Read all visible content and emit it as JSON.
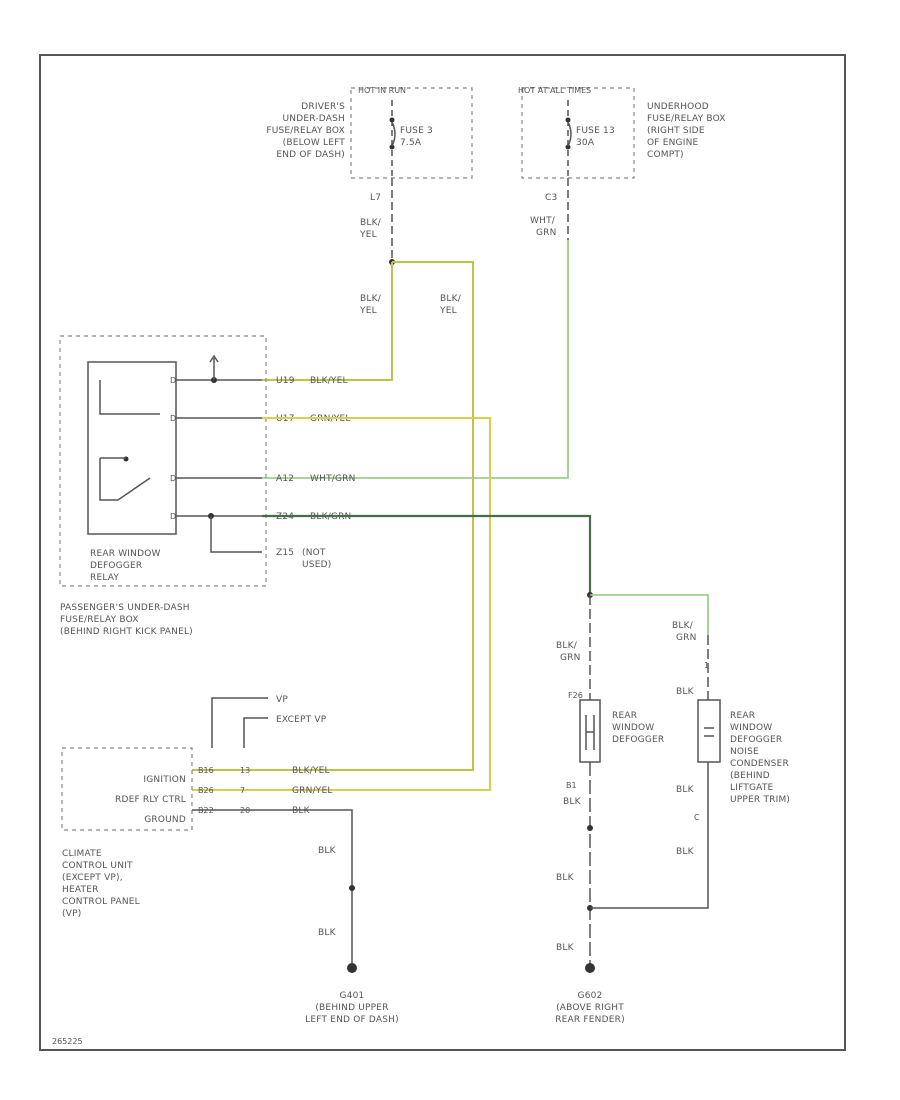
{
  "fuse_boxes": {
    "left_box": {
      "header": "HOT IN RUN",
      "location": [
        "DRIVER'S",
        "UNDER-DASH",
        "FUSE/RELAY BOX",
        "(BELOW LEFT",
        "END OF DASH)"
      ],
      "fuse": [
        "FUSE 3",
        "7.5A"
      ],
      "connector": "L7"
    },
    "right_box": {
      "header": "HOT AT ALL TIMES",
      "location": [
        "UNDERHOOD",
        "FUSE/RELAY BOX",
        "(RIGHT SIDE",
        "OF ENGINE",
        "COMPT)"
      ],
      "fuse": [
        "FUSE 13",
        "30A"
      ],
      "connector": "C3"
    }
  },
  "wire_labels": {
    "blk_yel": [
      "BLK/",
      "YEL"
    ],
    "wht_grn": [
      "WHT/",
      "GRN"
    ],
    "blk_grn": [
      "BLK/",
      "GRN"
    ],
    "blk": "BLK"
  },
  "relay_box": {
    "pins": [
      {
        "pin": "U19",
        "wire": "BLK/YEL"
      },
      {
        "pin": "U17",
        "wire": "GRN/YEL"
      },
      {
        "pin": "A12",
        "wire": "WHT/GRN"
      },
      {
        "pin": "Z24",
        "wire": "BLK/GRN"
      }
    ],
    "not_used": {
      "pin": "Z15",
      "text": [
        "(NOT",
        "USED)"
      ]
    },
    "relay_label": [
      "REAR WINDOW",
      "DEFOGGER",
      "RELAY"
    ],
    "box_label": [
      "PASSENGER'S UNDER-DASH",
      "FUSE/RELAY BOX",
      "(BEHIND RIGHT KICK PANEL)"
    ]
  },
  "control_unit": {
    "variants": [
      "VP",
      "EXCEPT VP"
    ],
    "rows": [
      {
        "name": "IGNITION",
        "pin_a": "B16",
        "pin_b": "13",
        "wire": "BLK/YEL"
      },
      {
        "name": "RDEF RLY CTRL",
        "pin_a": "B26",
        "pin_b": "7",
        "wire": "GRN/YEL"
      },
      {
        "name": "GROUND",
        "pin_a": "B22",
        "pin_b": "20",
        "wire": "BLK"
      }
    ],
    "label": [
      "CLIMATE",
      "CONTROL UNIT",
      "(EXCEPT VP),",
      "HEATER",
      "CONTROL PANEL",
      "(VP)"
    ]
  },
  "defogger": {
    "pin_top": "F26",
    "pin_bottom": "B1",
    "label": [
      "REAR",
      "WINDOW",
      "DEFOGGER"
    ]
  },
  "condenser": {
    "pin_top": "1",
    "pin_bottom": "C",
    "label": [
      "REAR",
      "WINDOW",
      "DEFOGGER",
      "NOISE",
      "CONDENSER",
      "(BEHIND",
      "LIFTGATE",
      "UPPER TRIM)"
    ]
  },
  "grounds": {
    "g401": {
      "id": "G401",
      "location": [
        "(BEHIND UPPER",
        "LEFT END OF DASH)"
      ]
    },
    "g602": {
      "id": "G602",
      "location": [
        "(ABOVE RIGHT",
        "REAR FENDER)"
      ]
    }
  },
  "diagram_id": "265225"
}
